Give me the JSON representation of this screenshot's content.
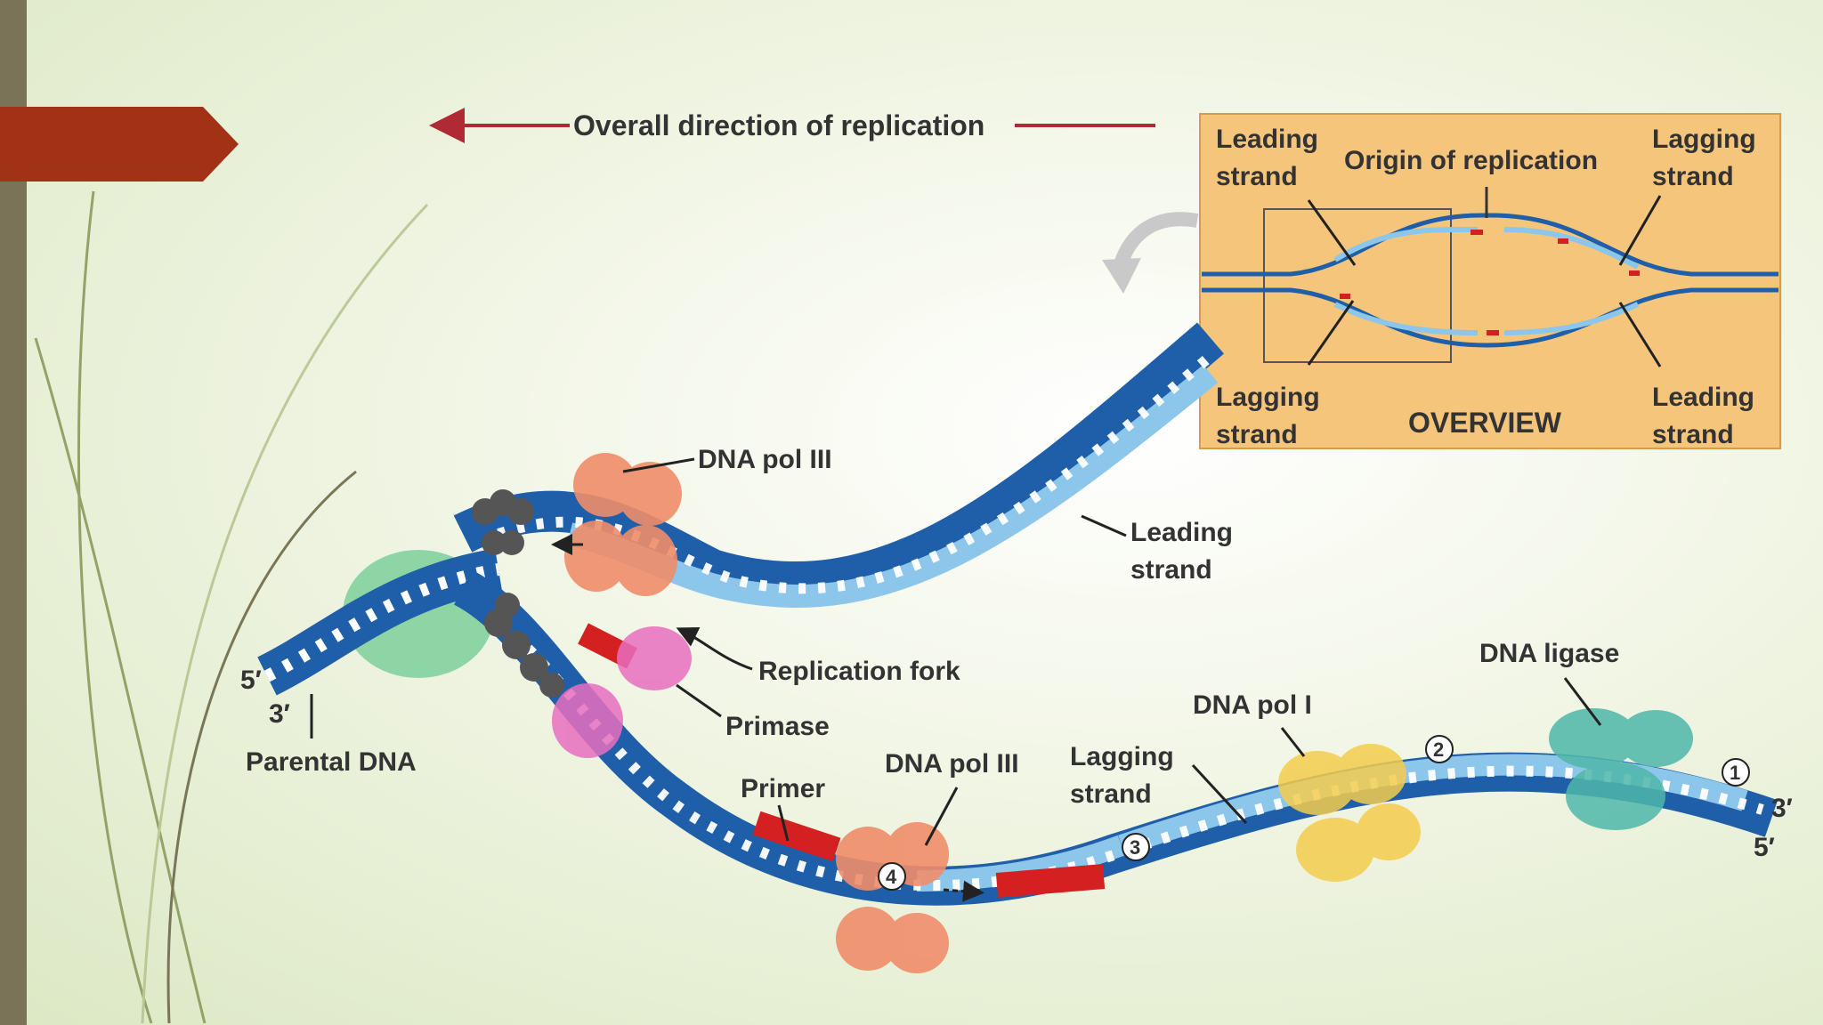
{
  "direction_label": "Overall direction of replication",
  "overview": {
    "leading_left": [
      "Leading",
      "strand"
    ],
    "origin": "Origin of replication",
    "lagging_right": [
      "Lagging",
      "strand"
    ],
    "lagging_left": [
      "Lagging",
      "strand"
    ],
    "title": "OVERVIEW",
    "leading_right": [
      "Leading",
      "strand"
    ]
  },
  "labels": {
    "dna_pol_iii_top": "DNA pol III",
    "leading_strand": [
      "Leading",
      "strand"
    ],
    "replication_fork": "Replication fork",
    "primase": "Primase",
    "parental_dna": "Parental DNA",
    "end_5_left": "5′",
    "end_3_left": "3′",
    "primer": "Primer",
    "dna_pol_iii_bottom": "DNA pol III",
    "lagging_strand": [
      "Lagging",
      "strand"
    ],
    "dna_pol_i": "DNA pol I",
    "dna_ligase": "DNA ligase",
    "end_3_right": "3′",
    "end_5_right": "5′"
  },
  "step_markers": [
    "1",
    "2",
    "3",
    "4"
  ],
  "colors": {
    "dark_strand": "#1f5ea8",
    "light_strand": "#8cc6ea",
    "primer": "#d42020",
    "arrow": "#b02a36",
    "overview_bg": "#f6c57c",
    "accent_tag": "#a23216"
  }
}
